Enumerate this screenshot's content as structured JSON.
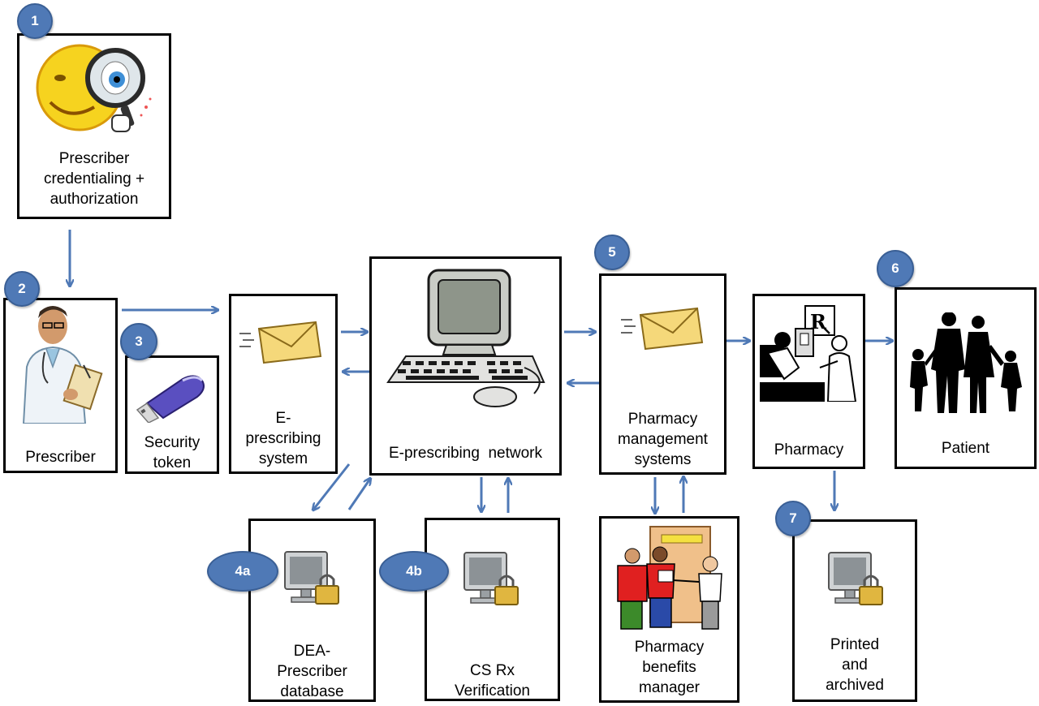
{
  "colors": {
    "arrow": "#4f79b6",
    "badge": "#4f79b6",
    "box_border": "#000000"
  },
  "nodes": {
    "credentialing": {
      "label_lines": [
        "Prescriber",
        "credentialing +",
        "authorization"
      ],
      "icon": "magnifier-smiley-icon"
    },
    "prescriber": {
      "label_lines": [
        "Prescriber"
      ],
      "icon": "doctor-icon"
    },
    "security_token": {
      "label_lines": [
        "Security",
        "token"
      ],
      "icon": "usb-token-icon"
    },
    "eprescribing_system": {
      "label_lines": [
        "E-",
        "prescribing",
        "system"
      ],
      "icon": "envelope-icon"
    },
    "eprescribing_network": {
      "label_lines": [
        "E-prescribing  network"
      ],
      "icon": "computer-icon"
    },
    "pharmacy_mgmt": {
      "label_lines": [
        "Pharmacy",
        "management",
        "systems"
      ],
      "icon": "envelope-icon"
    },
    "pharmacy": {
      "label_lines": [
        "Pharmacy"
      ],
      "icon": "pharmacist-icon"
    },
    "patient": {
      "label_lines": [
        "Patient"
      ],
      "icon": "family-icon"
    },
    "dea_db": {
      "label_lines": [
        "DEA-",
        "Prescriber",
        "database"
      ],
      "icon": "locked-monitor-icon"
    },
    "csrx": {
      "label_lines": [
        "CS Rx",
        "Verification"
      ],
      "icon": "locked-monitor-icon"
    },
    "pbm": {
      "label_lines": [
        "Pharmacy",
        "benefits",
        "manager"
      ],
      "icon": "people-icon"
    },
    "archived": {
      "label_lines": [
        "Printed",
        "and",
        "archived"
      ],
      "icon": "locked-monitor-icon"
    }
  },
  "badges": {
    "b1": "1",
    "b2": "2",
    "b3": "3",
    "b4a": "4a",
    "b4b": "4b",
    "b5": "5",
    "b6": "6",
    "b7": "7"
  }
}
